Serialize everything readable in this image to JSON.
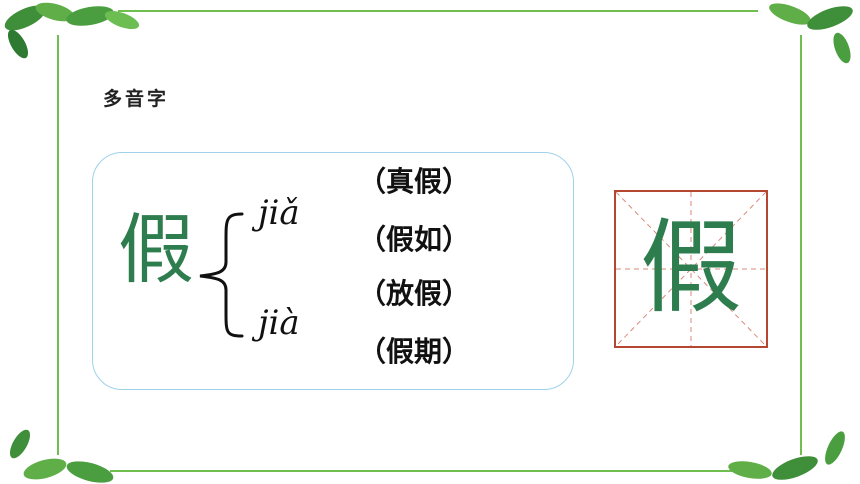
{
  "heading": "多音字",
  "main_char": "假",
  "readings": [
    {
      "pinyin": "jiǎ",
      "words": [
        "（真假）",
        "（假如）"
      ]
    },
    {
      "pinyin": "jià",
      "words": [
        "（放假）",
        "（假期）"
      ]
    }
  ],
  "grid_char": "假",
  "colors": {
    "frame": "#6fbf4f",
    "char_green": "#2e7d4f",
    "card_border": "#9fd2ea",
    "grid_border": "#b5462f",
    "grid_guides": "#d98a7a"
  },
  "icons": [
    "leaf-cluster-icon"
  ]
}
